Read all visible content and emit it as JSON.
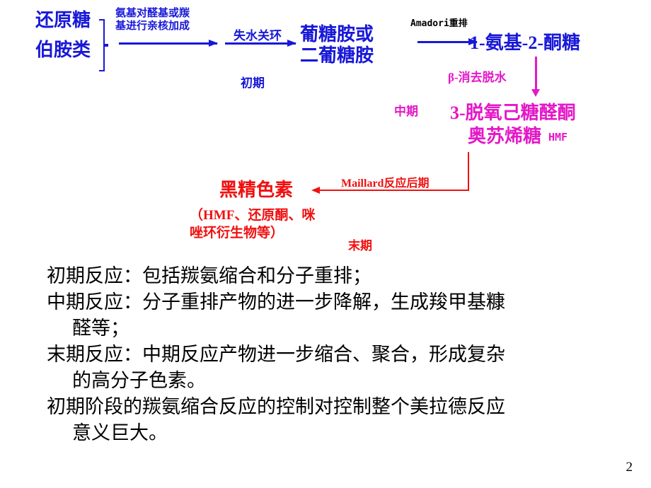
{
  "slide": {
    "page_number": "2",
    "background_color": "#ffffff"
  },
  "colors": {
    "blue": "#1818d8",
    "navy": "#00008B",
    "magenta": "#e418c8",
    "red": "#f01010",
    "black": "#000000"
  },
  "diagram": {
    "nodes": {
      "reactant_sugar": "还原糖",
      "reactant_amine": "伯胺类",
      "glucosamine": "葡糖胺或\n二葡糖胺",
      "amino_ketose": "1-氨基-2-酮糖",
      "deoxy_hexosulose": "3-脱氧己糖醛酮",
      "osulose": "奥苏烯糖",
      "hmf": "HMF",
      "melanoidin": "黑精色素",
      "melanoidin_detail": "（HMF、还原酮、咪\n唑环衍生物等）"
    },
    "edge_labels": {
      "nucleophilic_addition": "氨基对醛基或羰\n基进行亲核加成",
      "dehydration_ring": "失水关环",
      "amadori": "Amadori重排",
      "beta_elimination": "β-消去脱水",
      "maillard_late": "Maillard反应后期"
    },
    "stage_labels": {
      "early": "初期",
      "middle": "中期",
      "late": "末期"
    }
  },
  "body": {
    "lines": [
      {
        "main": "初期反应：包括羰氨缩合和分子重排；",
        "cont": ""
      },
      {
        "main": "中期反应：分子重排产物的进一步降解，生成羧甲基糠",
        "cont": "醛等；"
      },
      {
        "main": "末期反应：中期反应产物进一步缩合、聚合，形成复杂",
        "cont": "的高分子色素。"
      },
      {
        "main": "初期阶段的羰氨缩合反应的控制对控制整个美拉德反应",
        "cont": "意义巨大。"
      }
    ]
  }
}
